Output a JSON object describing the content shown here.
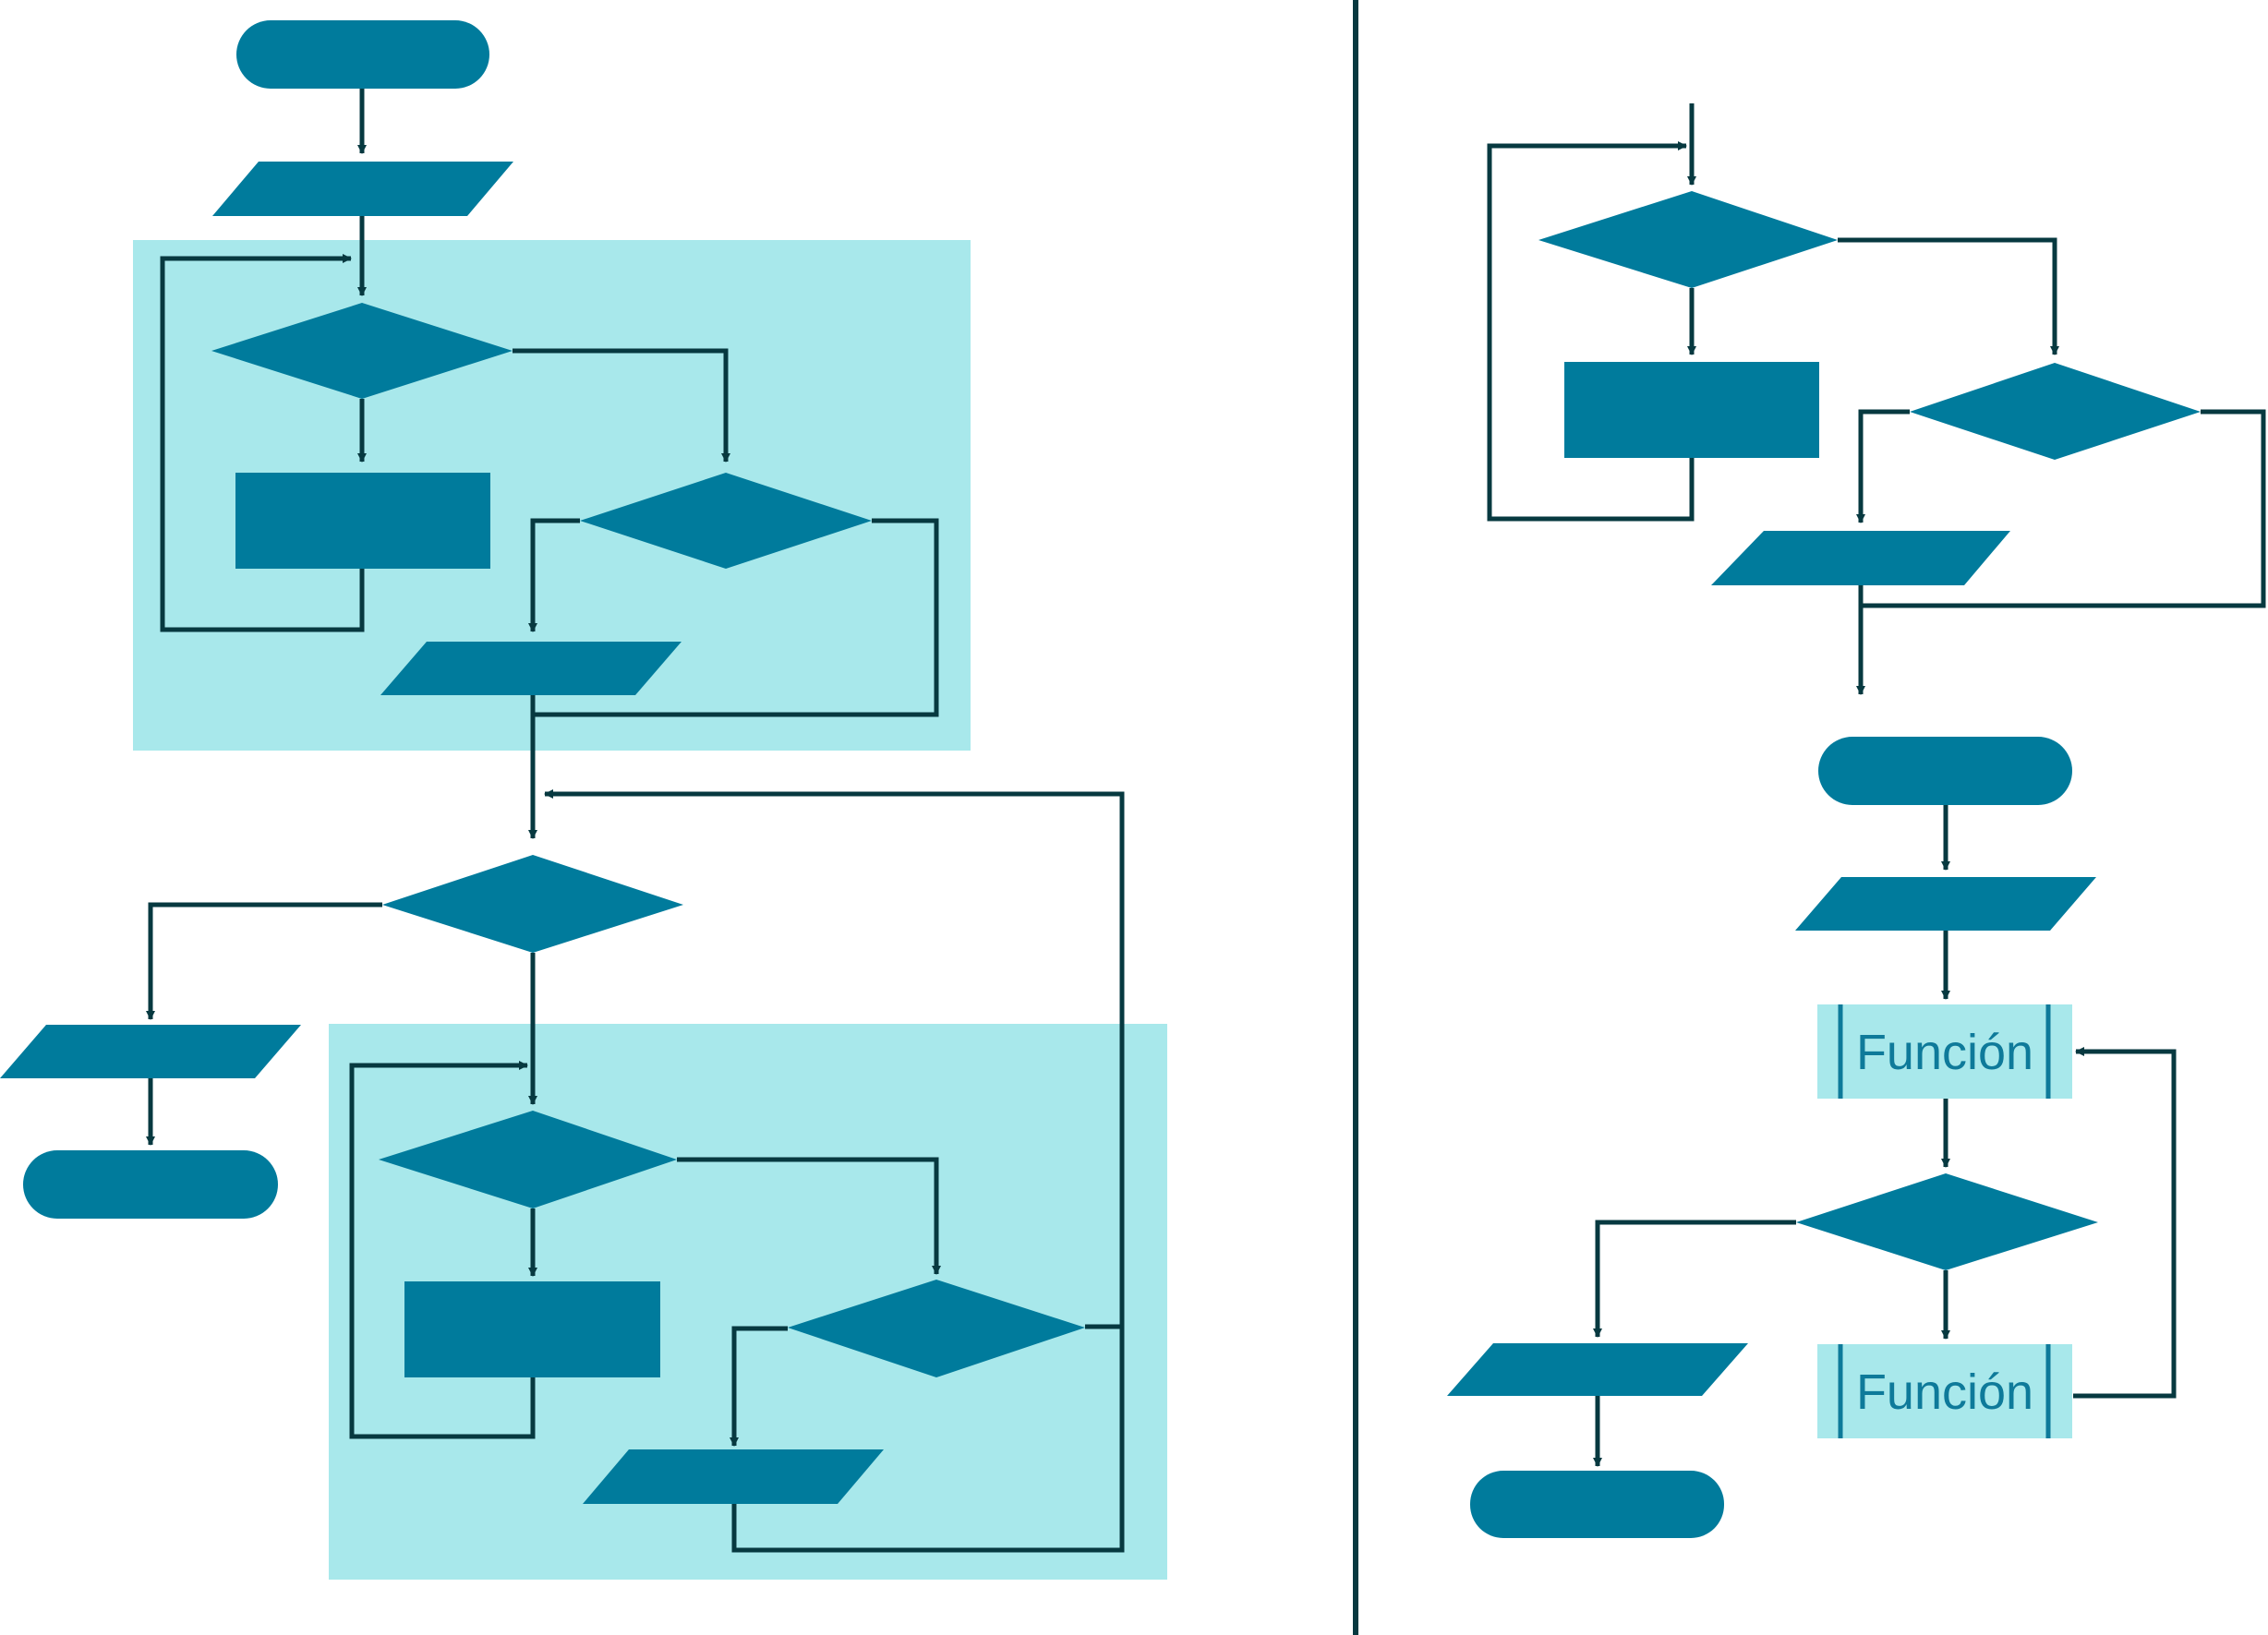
{
  "colors": {
    "background": "#ffffff",
    "shape_fill": "#007b9c",
    "region_fill": "#a8e8eb",
    "connector": "#073940",
    "subroutine_text": "#0e7a9a"
  },
  "left_flowchart": {
    "regions": [
      "loop-region-1",
      "loop-region-2"
    ]
  },
  "right_flowchart": {
    "function_label_1": "Función",
    "function_label_2": "Función"
  }
}
